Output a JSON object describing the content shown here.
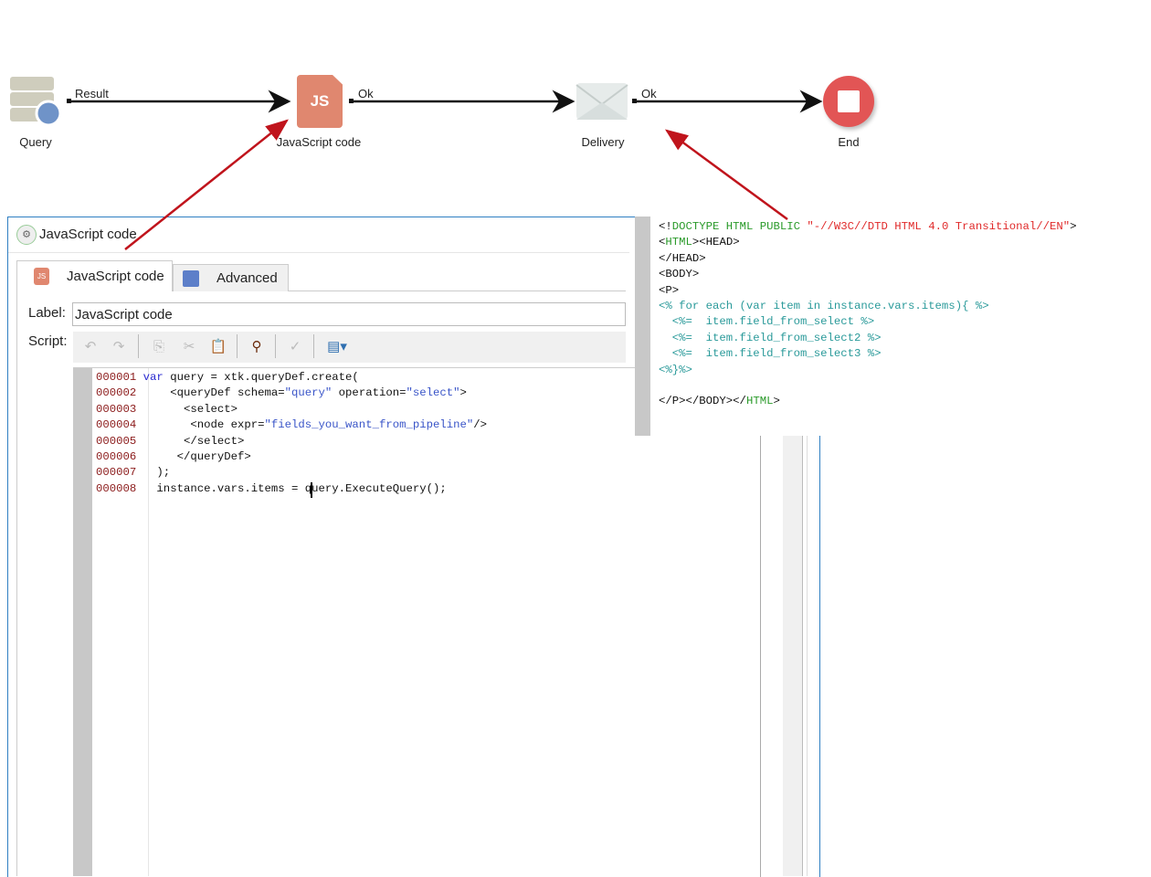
{
  "workflow": {
    "nodes": [
      {
        "id": "query",
        "label": "Query",
        "icon": "database-icon"
      },
      {
        "id": "js",
        "label": "JavaScript code",
        "icon": "js-file-icon",
        "badge": "JS"
      },
      {
        "id": "delivery",
        "label": "Delivery",
        "icon": "envelope-icon"
      },
      {
        "id": "end",
        "label": "End",
        "icon": "stop-icon"
      }
    ],
    "transitions": [
      "Result",
      "Ok",
      "Ok"
    ],
    "colors": {
      "arrow": "#111111",
      "annotation": "#c0141c",
      "js": "#e0876f",
      "end": "#e25555"
    }
  },
  "dialog": {
    "title": "JavaScript code",
    "tabs": [
      {
        "label": "JavaScript code",
        "icon_badge": "JS",
        "active": true
      },
      {
        "label": "Advanced",
        "active": false
      }
    ],
    "label_caption": "Label:",
    "label_value": "JavaScript code",
    "script_caption": "Script:",
    "toolbar": [
      "undo-icon",
      "redo-icon",
      "copy-icon",
      "cut-icon",
      "paste-icon",
      "find-icon",
      "check-icon",
      "insert-field-icon"
    ],
    "code": [
      {
        "num": "000001",
        "segs": [
          {
            "t": "var",
            "c": "kw"
          },
          {
            "t": " query = xtk.queryDef.create(",
            "c": "plain"
          }
        ]
      },
      {
        "num": "000002",
        "segs": [
          {
            "t": "    <queryDef schema=",
            "c": "plain"
          },
          {
            "t": "\"query\"",
            "c": "str"
          },
          {
            "t": " operation=",
            "c": "plain"
          },
          {
            "t": "\"select\"",
            "c": "str"
          },
          {
            "t": ">",
            "c": "plain"
          }
        ]
      },
      {
        "num": "000003",
        "segs": [
          {
            "t": "      <select>",
            "c": "plain"
          }
        ]
      },
      {
        "num": "000004",
        "segs": [
          {
            "t": "       <node expr=",
            "c": "plain"
          },
          {
            "t": "\"fields_you_want_from_pipeline\"",
            "c": "str"
          },
          {
            "t": "/>",
            "c": "plain"
          }
        ]
      },
      {
        "num": "000005",
        "segs": [
          {
            "t": "      </select>",
            "c": "plain"
          }
        ]
      },
      {
        "num": "000006",
        "segs": [
          {
            "t": "     </queryDef>",
            "c": "plain"
          }
        ]
      },
      {
        "num": "000007",
        "segs": [
          {
            "t": "  );",
            "c": "plain"
          }
        ]
      },
      {
        "num": "000008",
        "segs": [
          {
            "t": "  instance.vars.items = query.ExecuteQuery();",
            "c": "plain"
          }
        ]
      }
    ]
  },
  "html_editor": {
    "lines": [
      [
        {
          "t": "<!",
          "c": "tag"
        },
        {
          "t": "DOCTYPE HTML PUBLIC",
          "c": "name"
        },
        {
          "t": " \"-//W3C//DTD HTML 4.0 Transitional//EN\"",
          "c": "str"
        },
        {
          "t": ">",
          "c": "tag"
        }
      ],
      [
        {
          "t": "<",
          "c": "tag"
        },
        {
          "t": "HTML",
          "c": "name"
        },
        {
          "t": "><HEAD>",
          "c": "tag"
        }
      ],
      [
        {
          "t": "</HEAD>",
          "c": "tag"
        }
      ],
      [
        {
          "t": "<BODY>",
          "c": "tag"
        }
      ],
      [
        {
          "t": "<P>",
          "c": "tag"
        }
      ],
      [
        {
          "t": "<% for each (var item in instance.vars.items){ %>",
          "c": "tpl"
        }
      ],
      [
        {
          "t": "  <%=  item.field_from_select %>",
          "c": "tpl"
        }
      ],
      [
        {
          "t": "  <%=  item.field_from_select2 %>",
          "c": "tpl"
        }
      ],
      [
        {
          "t": "  <%=  item.field_from_select3 %>",
          "c": "tpl"
        }
      ],
      [
        {
          "t": "<%}%>",
          "c": "tpl"
        }
      ],
      [
        {
          "t": "",
          "c": "tag"
        }
      ],
      [
        {
          "t": "</P></BODY></",
          "c": "tag"
        },
        {
          "t": "HTML",
          "c": "name"
        },
        {
          "t": ">",
          "c": "tag"
        }
      ]
    ]
  }
}
